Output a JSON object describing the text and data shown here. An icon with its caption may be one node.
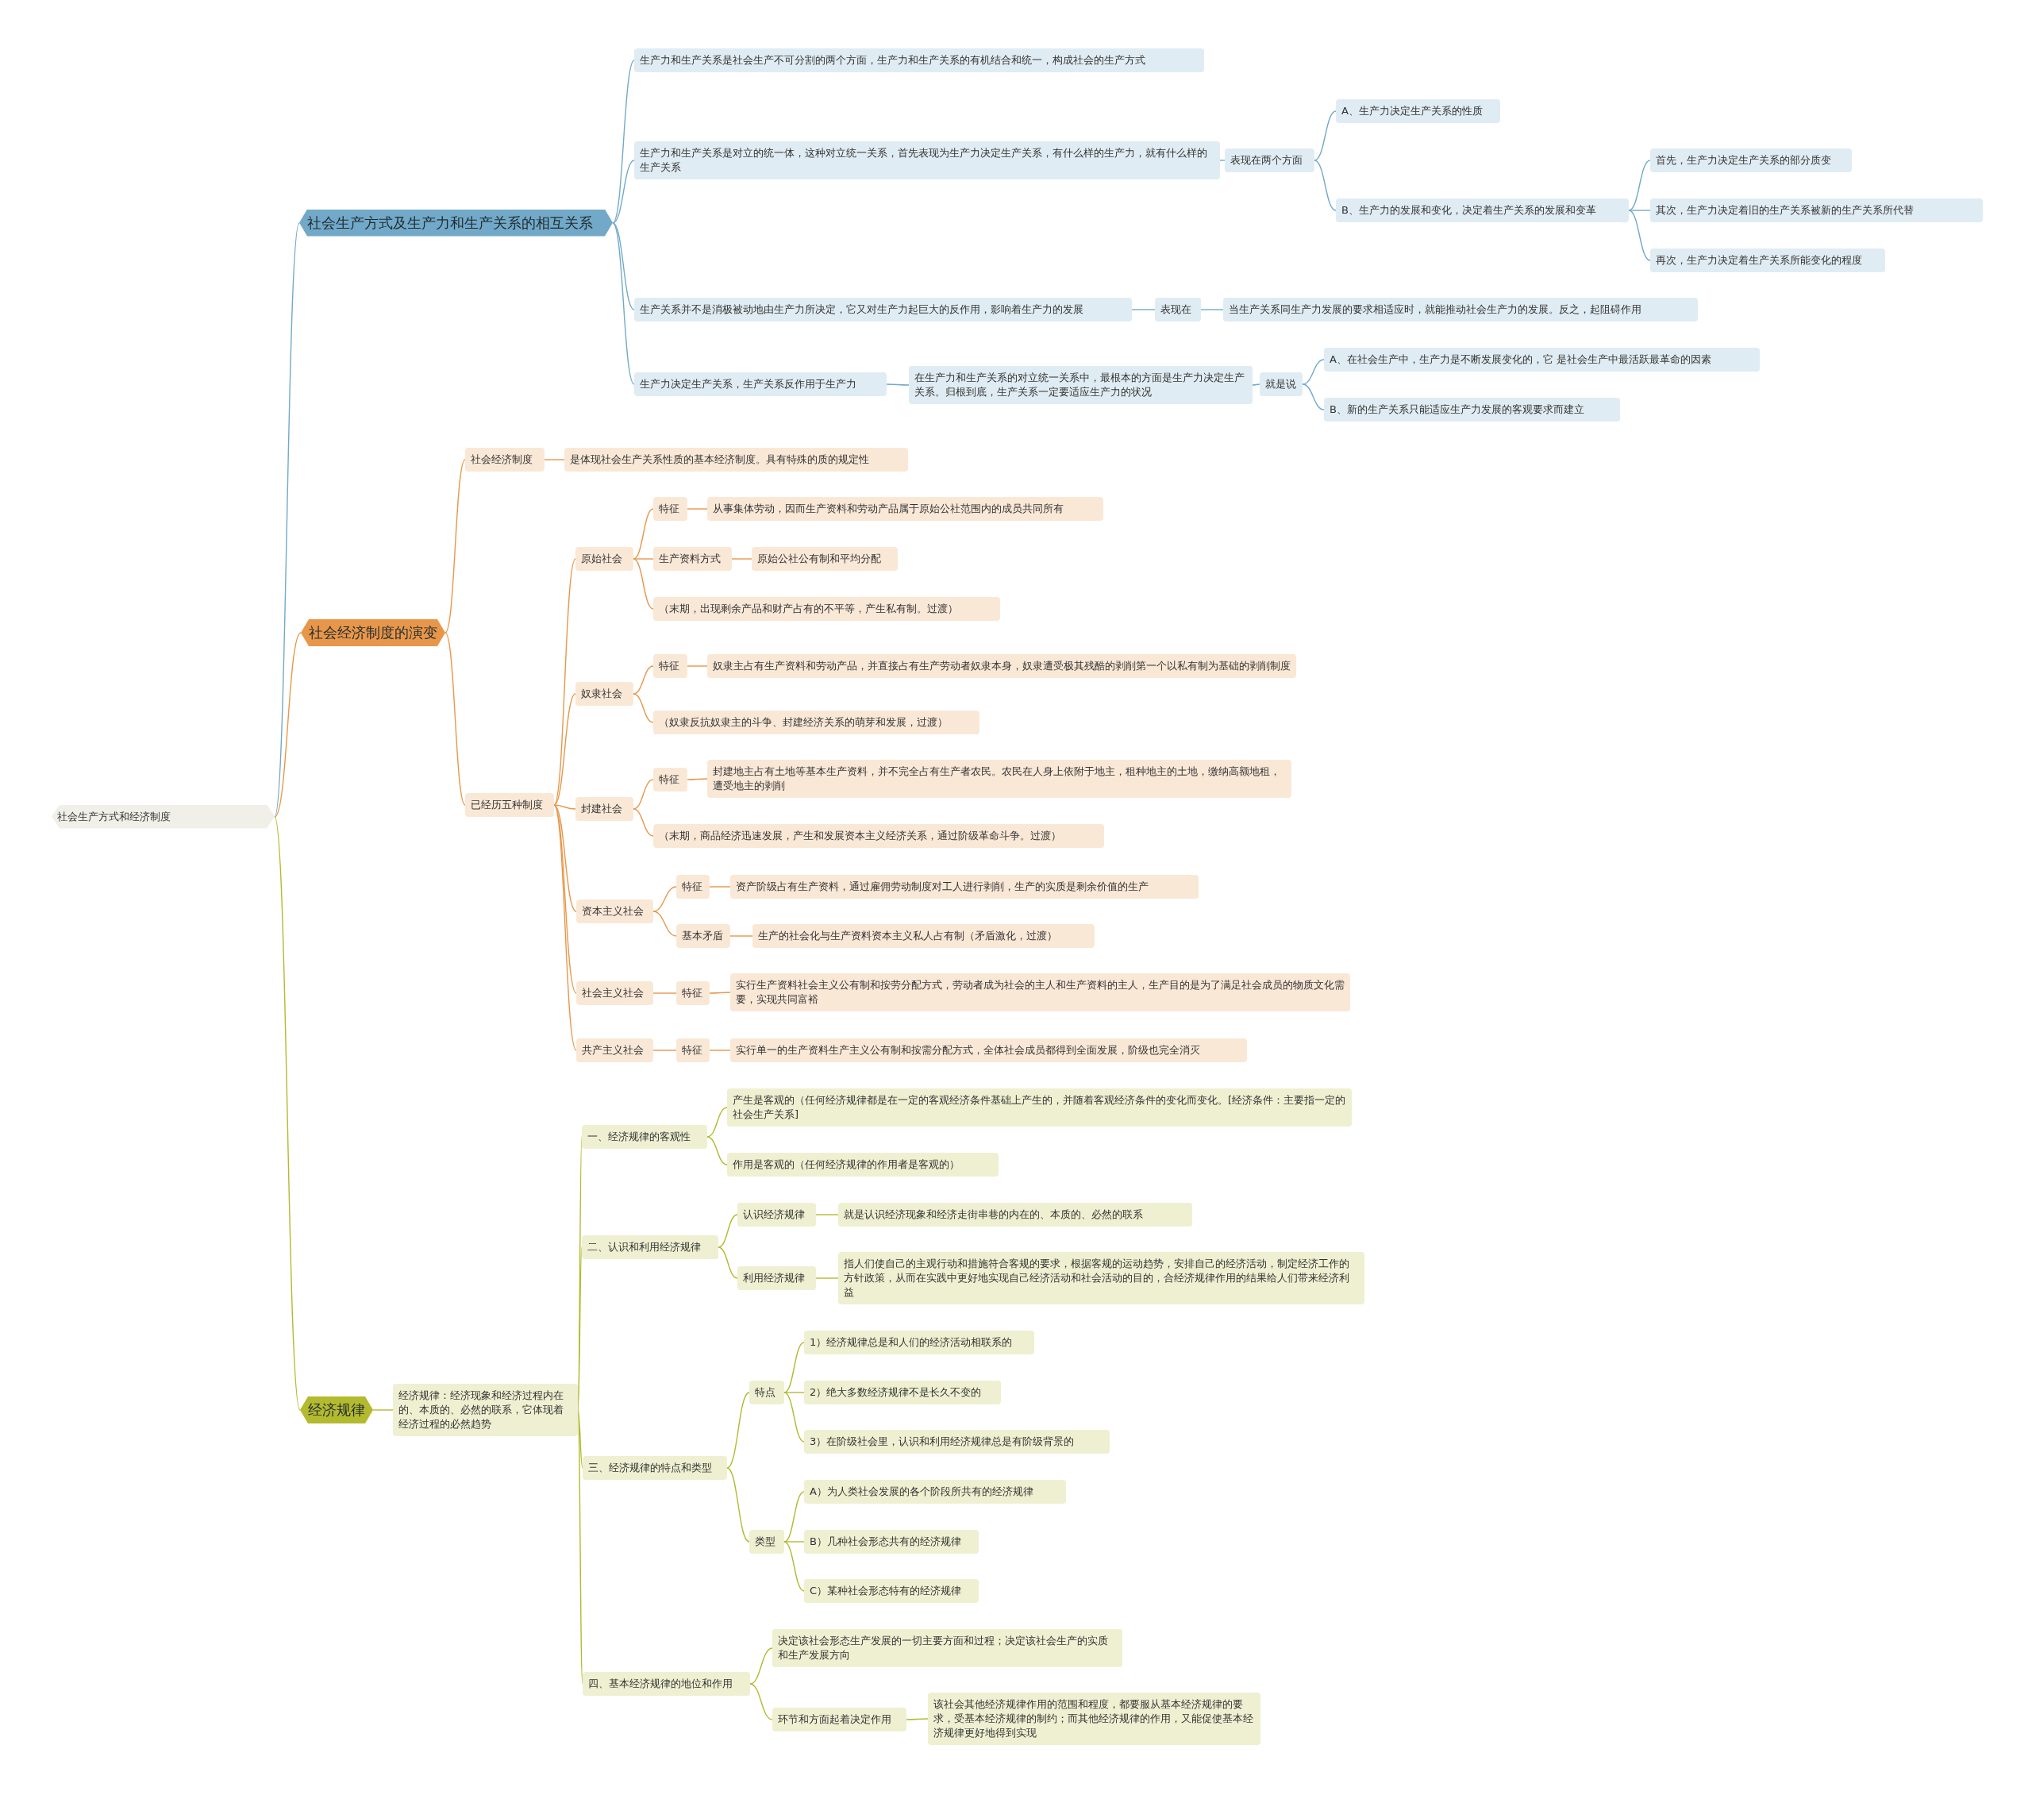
{
  "diagram": {
    "nodes": [
      {
        "text": [
          "社会生产方式和经济制度"
        ]
      },
      {
        "text": [
          "社会生产方式及生产力和生产关系的相互关系"
        ]
      },
      {
        "text": [
          "生产力和生产关系是社会生产不可分割的两个方面，生产力和生产关系的有机结合和统一，构成社会的生产方式"
        ]
      },
      {
        "text": [
          "生产力和生产关系是对立的统一体，这种对立统一关系，首先表现为生产力决定生产关系，有什么样的生产力，就有什么样的生产关系"
        ]
      },
      {
        "text": [
          "表现在两个方面"
        ]
      },
      {
        "text": [
          "A、生产力决定生产关系的性质"
        ]
      },
      {
        "text": [
          "B、生产力的发展和变化，决定着生产关系的发展和变革"
        ]
      },
      {
        "text": [
          "首先，生产力决定生产关系的部分质变"
        ]
      },
      {
        "text": [
          "其次，生产力决定着旧的生产关系被新的生产关系所代替"
        ]
      },
      {
        "text": [
          "再次，生产力决定着生产关系所能变化的程度"
        ]
      },
      {
        "text": [
          "生产关系并不是消极被动地由生产力所决定，它又对生产力起巨大的反作用，影响着生产力的发展"
        ]
      },
      {
        "text": [
          "表现在"
        ]
      },
      {
        "text": [
          "当生产关系同生产力发展的要求相适应时，就能推动社会生产力的发展。反之，起阻碍作用"
        ]
      },
      {
        "text": [
          "生产力决定生产关系，生产关系反作用于生产力"
        ]
      },
      {
        "text": [
          "在生产力和生产关系的对立统一关系中，最根本的方面是生产力决定生产关系。归根到底，生产关系一定要适应生产力的状况"
        ]
      },
      {
        "text": [
          "就是说"
        ]
      },
      {
        "text": [
          "A、在社会生产中，生产力是不断发展变化的，它  是社会生产中最活跃最革命的因素"
        ]
      },
      {
        "text": [
          "B、新的生产关系只能适应生产力发展的客观要求而建立"
        ]
      },
      {
        "text": [
          "社会经济制度的演变"
        ]
      },
      {
        "text": [
          "社会经济制度"
        ]
      },
      {
        "text": [
          "是体现社会生产关系性质的基本经济制度。具有特殊的质的规定性"
        ]
      },
      {
        "text": [
          "已经历五种制度"
        ]
      },
      {
        "text": [
          "原始社会"
        ]
      },
      {
        "text": [
          "特征"
        ]
      },
      {
        "text": [
          "从事集体劳动，因而生产资料和劳动产品属于原始公社范围内的成员共同所有"
        ]
      },
      {
        "text": [
          "生产资料方式"
        ]
      },
      {
        "text": [
          "原始公社公有制和平均分配"
        ]
      },
      {
        "text": [
          "（末期，出现剩余产品和财产占有的不平等，产生私有制。过渡）"
        ]
      },
      {
        "text": [
          "奴隶社会"
        ]
      },
      {
        "text": [
          "特征"
        ]
      },
      {
        "text": [
          "奴隶主占有生产资料和劳动产品，并直接占有生产劳动者奴隶本身，奴隶遭受极其残酷的剥削第一个以私有制为基础的剥削制度"
        ]
      },
      {
        "text": [
          "（奴隶反抗奴隶主的斗争、封建经济关系的萌芽和发展，过渡）"
        ]
      },
      {
        "text": [
          "封建社会"
        ]
      },
      {
        "text": [
          "特征"
        ]
      },
      {
        "text": [
          "封建地主占有土地等基本生产资料，并不完全占有生产者农民。农民在人身上依附于地主，租种地主的土地，缴纳高额地租，遭受地主的剥削"
        ]
      },
      {
        "text": [
          "（末期，商品经济迅速发展，产生和发展资本主义经济关系，通过阶级革命斗争。过渡）"
        ]
      },
      {
        "text": [
          "资本主义社会"
        ]
      },
      {
        "text": [
          "特征"
        ]
      },
      {
        "text": [
          "资产阶级占有生产资料，通过雇佣劳动制度对工人进行剥削，生产的实质是剩余价值的生产"
        ]
      },
      {
        "text": [
          "基本矛盾"
        ]
      },
      {
        "text": [
          "生产的社会化与生产资料资本主义私人占有制（矛盾激化，过渡）"
        ]
      },
      {
        "text": [
          "社会主义社会"
        ]
      },
      {
        "text": [
          "特征"
        ]
      },
      {
        "text": [
          "实行生产资料社会主义公有制和按劳分配方式，劳动者成为社会的主人和生产资料的主人，生产目的是为了满足社会成员的物质文化需要，实现共同富裕"
        ]
      },
      {
        "text": [
          "共产主义社会"
        ]
      },
      {
        "text": [
          "特征"
        ]
      },
      {
        "text": [
          "实行单一的生产资料生产主义公有制和按需分配方式，全体社会成员都得到全面发展，阶级也完全消灭"
        ]
      },
      {
        "text": [
          "经济规律"
        ]
      },
      {
        "text": [
          "经济规律：经济现象和经济过程内在的、本质的、必然的联系，它体现着经济过程的必然趋势"
        ]
      },
      {
        "text": [
          "一、经济规律的客观性"
        ]
      },
      {
        "text": [
          "产生是客观的（任何经济规律都是在一定的客观经济条件基础上产生的，并随着客观经济条件的变化而变化。[经济条件：主要指一定的社会生产关系]"
        ]
      },
      {
        "text": [
          "作用是客观的（任何经济规律的作用者是客观的）"
        ]
      },
      {
        "text": [
          "二、认识和利用经济规律"
        ]
      },
      {
        "text": [
          "认识经济规律"
        ]
      },
      {
        "text": [
          "就是认识经济现象和经济走街串巷的内在的、本质的、必然的联系"
        ]
      },
      {
        "text": [
          "利用经济规律"
        ]
      },
      {
        "text": [
          "指人们使自己的主观行动和措施符合客规的要求，根据客规的运动趋势，安排自己的经济活动，制定经济工作的方针政策，从而在实践中更好地实现自己经济活动和社会活动的目的，合经济规律作用的结果给人们带来经济利益"
        ]
      },
      {
        "text": [
          "三、经济规律的特点和类型"
        ]
      },
      {
        "text": [
          "特点"
        ]
      },
      {
        "text": [
          "1）经济规律总是和人们的经济活动相联系的"
        ]
      },
      {
        "text": [
          "2）绝大多数经济规律不是长久不变的"
        ]
      },
      {
        "text": [
          "3）在阶级社会里，认识和利用经济规律总是有阶级背景的"
        ]
      },
      {
        "text": [
          "类型"
        ]
      },
      {
        "text": [
          "A）为人类社会发展的各个阶段所共有的经济规律"
        ]
      },
      {
        "text": [
          "B）几种社会形态共有的经济规律"
        ]
      },
      {
        "text": [
          "C）某种社会形态特有的经济规律"
        ]
      },
      {
        "text": [
          "四、基本经济规律的地位和作用"
        ]
      },
      {
        "text": [
          "决定该社会形态生产发展的一切主要方面和过程；决定该社会生产的实质和生产发展方向"
        ]
      },
      {
        "text": [
          "环节和方面起着决定作用"
        ]
      },
      {
        "text": [
          "该社会其他经济规律作用的范围和程度，都要服从基本经济规律的要求，受基本经济规律的制约；而其他经济规律的作用，又能促使基本经济规律更好地得到实现"
        ]
      }
    ],
    "edges": [
      {
        "from": 0,
        "to": 1,
        "arrow": "none",
        "color": "#72a9c8"
      },
      {
        "from": 0,
        "to": 18,
        "arrow": "none"
      },
      {
        "from": 0,
        "to": 47,
        "arrow": "none",
        "color": "#b3ba2e"
      },
      {
        "from": 1,
        "to": 2,
        "arrow": "none",
        "color": "#72a9c8"
      },
      {
        "from": 1,
        "to": 3,
        "arrow": "none",
        "color": "#72a9c8"
      },
      {
        "from": 1,
        "to": 10,
        "arrow": "none",
        "color": "#72a9c8"
      },
      {
        "from": 1,
        "to": 13,
        "arrow": "none",
        "color": "#72a9c8"
      },
      {
        "from": 3,
        "to": 4,
        "arrow": "none",
        "color": "#72a9c8"
      },
      {
        "from": 4,
        "to": 5,
        "arrow": "none",
        "color": "#72a9c8"
      },
      {
        "from": 4,
        "to": 6,
        "arrow": "none",
        "color": "#72a9c8"
      },
      {
        "from": 6,
        "to": 7,
        "arrow": "none",
        "color": "#72a9c8"
      },
      {
        "from": 6,
        "to": 8,
        "arrow": "none",
        "color": "#72a9c8"
      },
      {
        "from": 6,
        "to": 9,
        "arrow": "none",
        "color": "#72a9c8"
      },
      {
        "from": 10,
        "to": 11,
        "arrow": "none",
        "color": "#72a9c8"
      },
      {
        "from": 11,
        "to": 12,
        "arrow": "none",
        "color": "#72a9c8"
      },
      {
        "from": 13,
        "to": 14,
        "arrow": "none",
        "color": "#72a9c8"
      },
      {
        "from": 14,
        "to": 15,
        "arrow": "none",
        "color": "#72a9c8"
      },
      {
        "from": 15,
        "to": 16,
        "arrow": "none",
        "color": "#72a9c8"
      },
      {
        "from": 15,
        "to": 17,
        "arrow": "none",
        "color": "#72a9c8"
      },
      {
        "from": 18,
        "to": 19,
        "arrow": "none"
      },
      {
        "from": 19,
        "to": 20,
        "arrow": "none"
      },
      {
        "from": 18,
        "to": 21,
        "arrow": "none"
      },
      {
        "from": 21,
        "to": 22,
        "arrow": "none"
      },
      {
        "from": 22,
        "to": 23,
        "arrow": "none"
      },
      {
        "from": 23,
        "to": 24,
        "arrow": "none"
      },
      {
        "from": 22,
        "to": 25,
        "arrow": "none"
      },
      {
        "from": 25,
        "to": 26,
        "arrow": "none"
      },
      {
        "from": 22,
        "to": 27,
        "arrow": "none"
      },
      {
        "from": 21,
        "to": 28,
        "arrow": "none"
      },
      {
        "from": 28,
        "to": 29,
        "arrow": "none"
      },
      {
        "from": 29,
        "to": 30,
        "arrow": "none"
      },
      {
        "from": 28,
        "to": 31,
        "arrow": "none"
      },
      {
        "from": 21,
        "to": 32,
        "arrow": "none"
      },
      {
        "from": 32,
        "to": 33,
        "arrow": "none"
      },
      {
        "from": 33,
        "to": 34,
        "arrow": "none"
      },
      {
        "from": 32,
        "to": 35,
        "arrow": "none"
      },
      {
        "from": 21,
        "to": 36,
        "arrow": "none"
      },
      {
        "from": 36,
        "to": 37,
        "arrow": "none"
      },
      {
        "from": 37,
        "to": 38,
        "arrow": "none"
      },
      {
        "from": 36,
        "to": 39,
        "arrow": "none"
      },
      {
        "from": 39,
        "to": 40,
        "arrow": "none"
      },
      {
        "from": 21,
        "to": 41,
        "arrow": "none"
      },
      {
        "from": 41,
        "to": 42,
        "arrow": "none"
      },
      {
        "from": 42,
        "to": 43,
        "arrow": "none"
      },
      {
        "from": 21,
        "to": 44,
        "arrow": "none"
      },
      {
        "from": 44,
        "to": 45,
        "arrow": "none"
      },
      {
        "from": 45,
        "to": 46,
        "arrow": "none"
      },
      {
        "from": 47,
        "to": 48,
        "arrow": "none",
        "color": "#b3ba2e"
      },
      {
        "from": 48,
        "to": 49,
        "arrow": "none",
        "color": "#b3ba2e"
      },
      {
        "from": 49,
        "to": 50,
        "arrow": "none",
        "color": "#b3ba2e"
      },
      {
        "from": 49,
        "to": 51,
        "arrow": "none",
        "color": "#b3ba2e"
      },
      {
        "from": 48,
        "to": 52,
        "arrow": "none",
        "color": "#b3ba2e"
      },
      {
        "from": 52,
        "to": 53,
        "arrow": "none",
        "color": "#b3ba2e"
      },
      {
        "from": 53,
        "to": 54,
        "arrow": "none",
        "color": "#b3ba2e"
      },
      {
        "from": 52,
        "to": 55,
        "arrow": "none",
        "color": "#b3ba2e"
      },
      {
        "from": 55,
        "to": 56,
        "arrow": "none",
        "color": "#b3ba2e"
      },
      {
        "from": 48,
        "to": 57,
        "arrow": "none",
        "color": "#b3ba2e"
      },
      {
        "from": 57,
        "to": 58,
        "arrow": "none",
        "color": "#b3ba2e"
      },
      {
        "from": 58,
        "to": 59,
        "arrow": "none",
        "color": "#b3ba2e"
      },
      {
        "from": 58,
        "to": 60,
        "arrow": "none",
        "color": "#b3ba2e"
      },
      {
        "from": 58,
        "to": 61,
        "arrow": "none",
        "color": "#b3ba2e"
      },
      {
        "from": 57,
        "to": 62,
        "arrow": "none",
        "color": "#b3ba2e"
      },
      {
        "from": 62,
        "to": 63,
        "arrow": "none",
        "color": "#b3ba2e"
      },
      {
        "from": 62,
        "to": 64,
        "arrow": "none",
        "color": "#b3ba2e"
      },
      {
        "from": 62,
        "to": 65,
        "arrow": "none",
        "color": "#b3ba2e"
      },
      {
        "from": 48,
        "to": 66,
        "arrow": "none",
        "color": "#b3ba2e"
      },
      {
        "from": 66,
        "to": 67,
        "arrow": "none",
        "color": "#b3ba2e"
      },
      {
        "from": 66,
        "to": 68,
        "arrow": "none",
        "color": "#b3ba2e"
      },
      {
        "from": 68,
        "to": 69,
        "arrow": "none",
        "color": "#b3ba2e"
      }
    ]
  }
}
